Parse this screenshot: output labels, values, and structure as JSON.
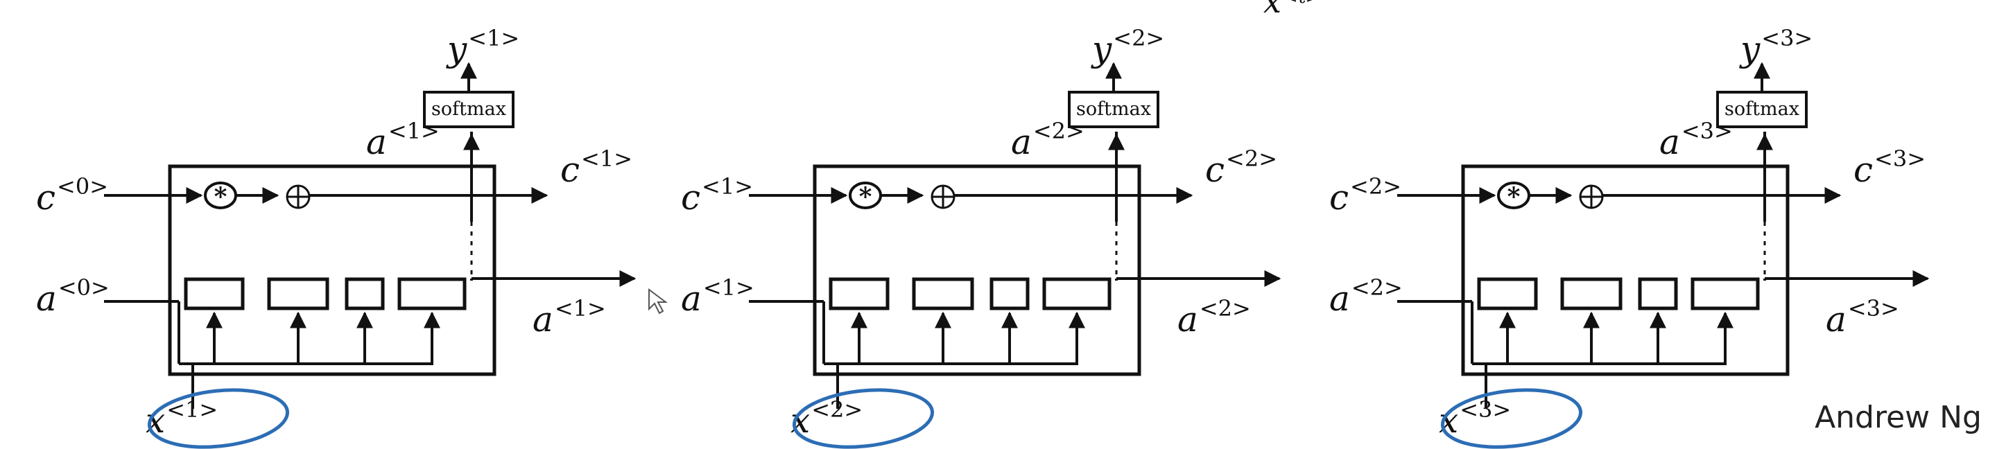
{
  "colors": {
    "ink": "#111111",
    "circle": "#2c6db5",
    "background": "#ffffff"
  },
  "top_partial_label": "x",
  "cells": [
    {
      "softmax_label": "softmax",
      "y_out": {
        "base": "y",
        "sup": "<1>"
      },
      "a_up": {
        "base": "a",
        "sup": "<1>"
      },
      "c_in": {
        "base": "c",
        "sup": "<0>"
      },
      "c_out": {
        "base": "c",
        "sup": "<1>"
      },
      "a_in": {
        "base": "a",
        "sup": "<0>"
      },
      "a_out": {
        "base": "a",
        "sup": "<1>"
      },
      "x_in": {
        "base": "x",
        "sup": "<1>"
      }
    },
    {
      "softmax_label": "softmax",
      "y_out": {
        "base": "y",
        "sup": "<2>"
      },
      "a_up": {
        "base": "a",
        "sup": "<2>"
      },
      "c_in": {
        "base": "c",
        "sup": "<1>"
      },
      "c_out": {
        "base": "c",
        "sup": "<2>"
      },
      "a_in": {
        "base": "a",
        "sup": "<1>"
      },
      "a_out": {
        "base": "a",
        "sup": "<2>"
      },
      "x_in": {
        "base": "x",
        "sup": "<2>"
      }
    },
    {
      "softmax_label": "softmax",
      "y_out": {
        "base": "y",
        "sup": "<3>"
      },
      "a_up": {
        "base": "a",
        "sup": "<3>"
      },
      "c_in": {
        "base": "c",
        "sup": "<2>"
      },
      "c_out": {
        "base": "c",
        "sup": "<3>"
      },
      "a_in": {
        "base": "a",
        "sup": "<2>"
      },
      "a_out": {
        "base": "a",
        "sup": "<3>"
      },
      "x_in": {
        "base": "x",
        "sup": "<3>"
      }
    }
  ],
  "credit": "Andrew Ng"
}
